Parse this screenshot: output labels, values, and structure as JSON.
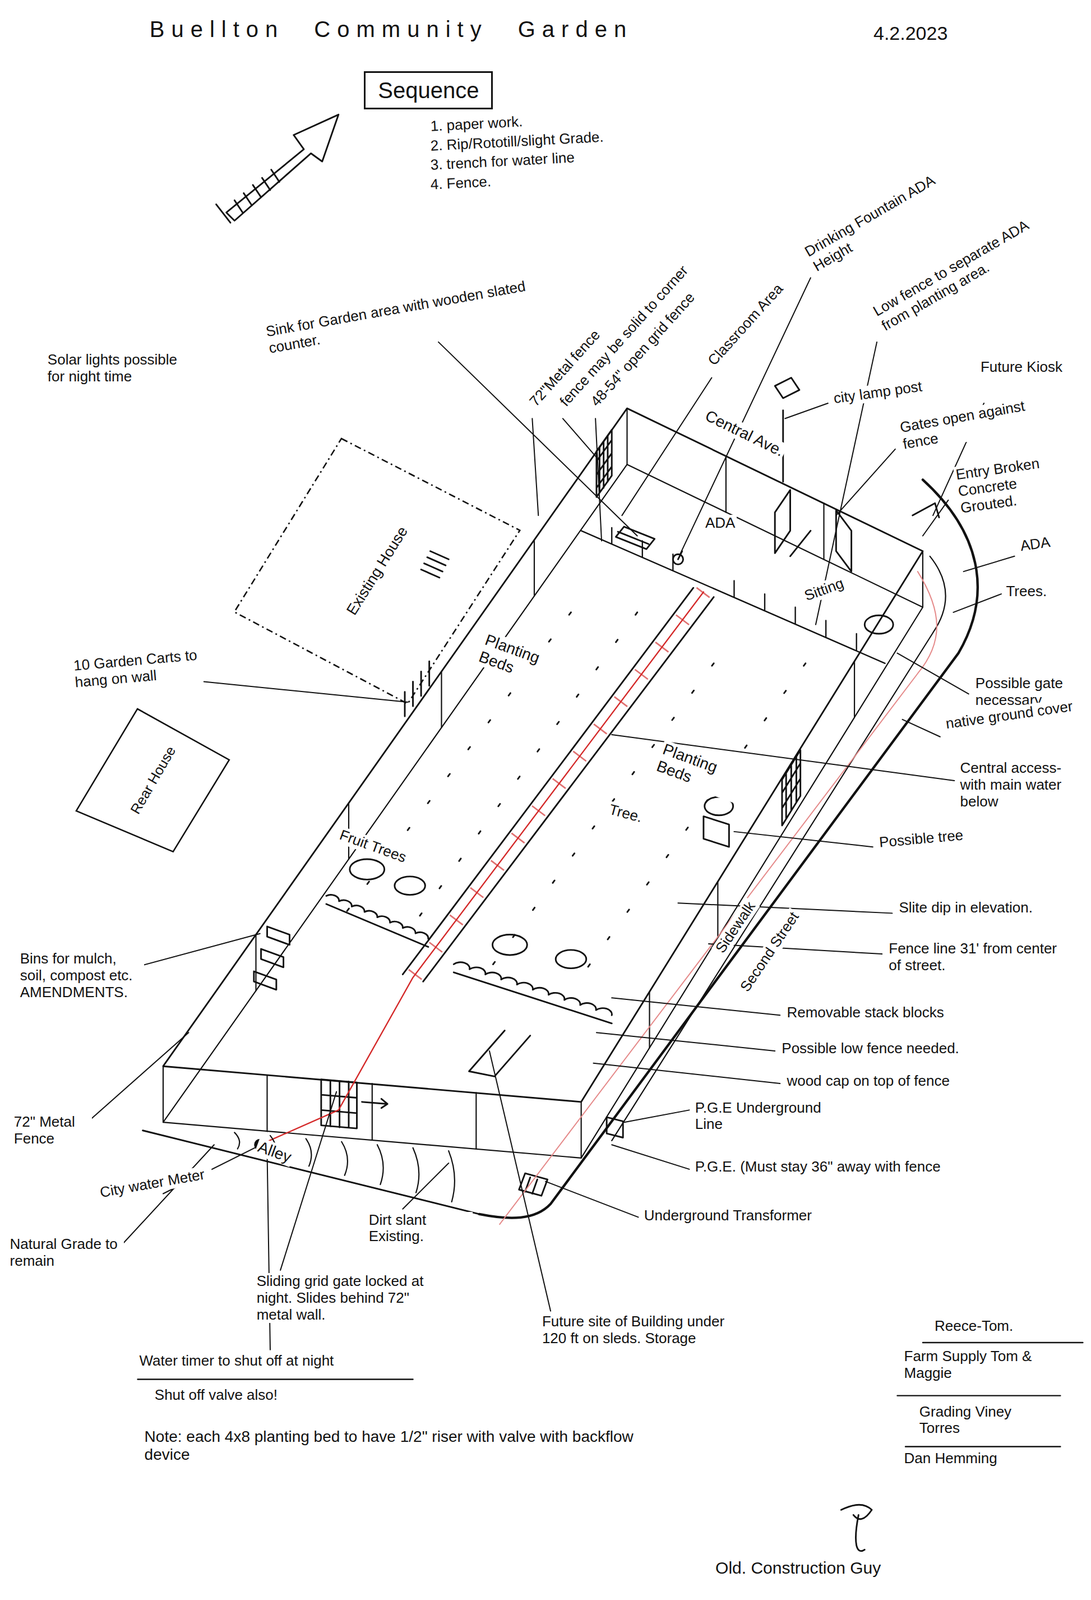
{
  "diagram": {
    "title": "Buellton Community Garden",
    "nodes": [
      {
        "text": [
          "Sequence"
        ]
      },
      {
        "text": [
          "Existing House"
        ]
      },
      {
        "text": [
          "Rear House"
        ]
      }
    ],
    "labels": [
      "4.2.2023",
      "1. paper work.",
      "2. Rip/Rototill/slight Grade.",
      "3. trench for water line",
      "4. Fence.",
      "Solar lights possible for night time",
      "Sink for Garden area with wooden slated counter.",
      "72\"Metal fence",
      "fence may be solid to corner",
      "48-54\" open grid fence",
      "Classroom Area",
      "Drinking Fountain ADA Height",
      "Low fence to separate ADA from planting area.",
      "city lamp post",
      "Future Kiosk",
      "Gates open against fence",
      "Entry Broken Concrete Grouted.",
      "ADA",
      "Trees.",
      "Central Ave.",
      "ADA",
      "Sitting",
      "Planting Beds",
      "Planting Beds",
      "Tree.",
      "Fruit Trees",
      "10 Garden Carts to hang on wall",
      "Possible gate necessary",
      "native ground cover",
      "Central access-with main water below",
      "Possible tree",
      "Sidewalk",
      "Second Street",
      "Slite dip in elevation.",
      "Fence line 31' from center of street.",
      "Removable stack blocks",
      "Possible low fence needed.",
      "wood cap on top of fence",
      "P.G.E Underground Line",
      "P.G.E. (Must stay 36\" away with fence",
      "Underground Transformer",
      "Bins for mulch, soil, compost etc. AMENDMENTS.",
      "72\" Metal Fence",
      "City water Meter",
      "Natural Grade to remain",
      "Alley",
      "Dirt slant Existing.",
      "Sliding grid gate locked at night. Slides behind 72\" metal wall.",
      "Water timer to shut off at night",
      "Shut off valve also!",
      "Future site of Building under 120 ft on sleds. Storage",
      "Note: each 4x8 planting bed to have 1/2\" riser with valve with backflow device",
      "Reece-Tom.",
      "Farm Supply Tom & Maggie",
      "Grading Viney Torres",
      "Dan Hemming",
      "Old. Construction Guy"
    ]
  }
}
